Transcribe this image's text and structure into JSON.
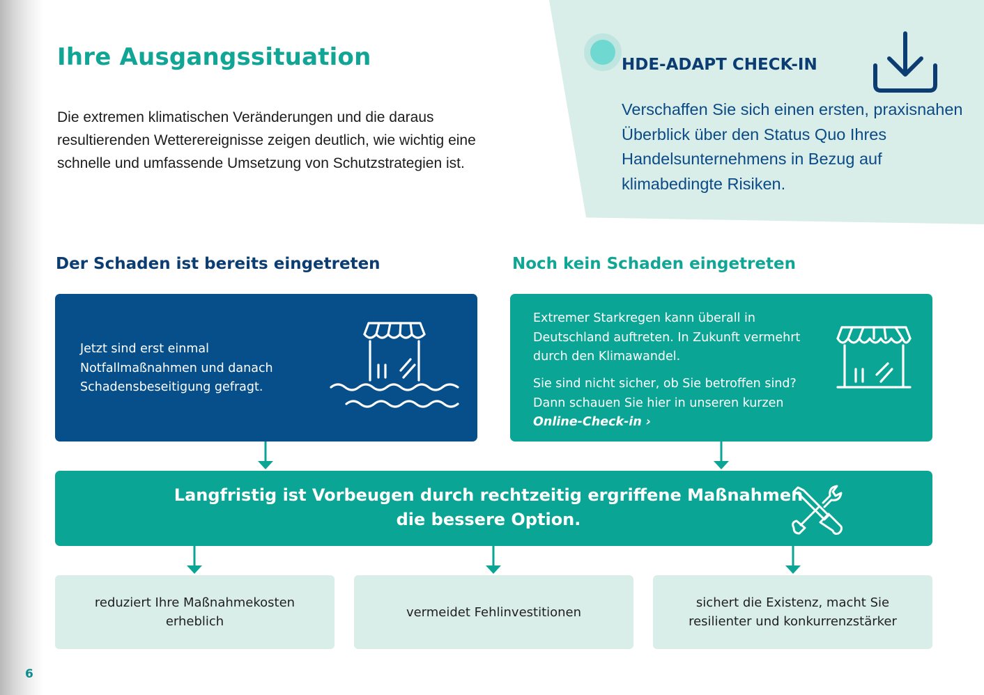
{
  "page": {
    "number": "6",
    "title": "Ihre Ausgangssituation",
    "intro": "Die extremen klimatischen Veränderungen und die daraus resultierenden Wetterereignisse zeigen deutlich, wie wichtig eine schnelle und umfassende Umsetzung von Schutzstrategien ist."
  },
  "info_box": {
    "heading": "HDE-ADAPT CHECK-IN",
    "text": "Verschaffen Sie sich einen ersten, praxisnahen Überblick über den Status Quo Ihres Handelsunternehmens in Bezug auf klimabedingte Risiken.",
    "icon": "download-icon"
  },
  "columns": {
    "left": {
      "heading": "Der Schaden ist bereits eingetreten",
      "text": "Jetzt sind erst einmal Notfallmaßnahmen und danach Schadensbeseitigung gefragt.",
      "icon": "flooded-shop-icon"
    },
    "right": {
      "heading": "Noch kein Schaden eingetreten",
      "text1": "Extremer Starkregen kann überall in Deutschland auftreten. In Zukunft vermehrt durch den Klimawandel.",
      "text2": "Sie sind nicht sicher, ob Sie betroffen sind? Dann schauen Sie hier in unseren kurzen",
      "link": "Online-Check-in ›",
      "icon": "shop-icon"
    }
  },
  "banner": {
    "text": "Langfristig ist Vorbeugen durch rechtzeitig ergriffene Maßnahmen die bessere Option.",
    "icon": "tools-icon"
  },
  "benefits": [
    "reduziert Ihre Maßnahmekosten erheblich",
    "vermeidet Fehlinvestitionen",
    "sichert die Existenz, macht Sie resilienter und konkurrenzstärker"
  ],
  "colors": {
    "teal": "#0aa594",
    "dark_blue": "#064f8a",
    "heading_navy": "#0b3d73",
    "light_panel": "#d9ede9"
  }
}
